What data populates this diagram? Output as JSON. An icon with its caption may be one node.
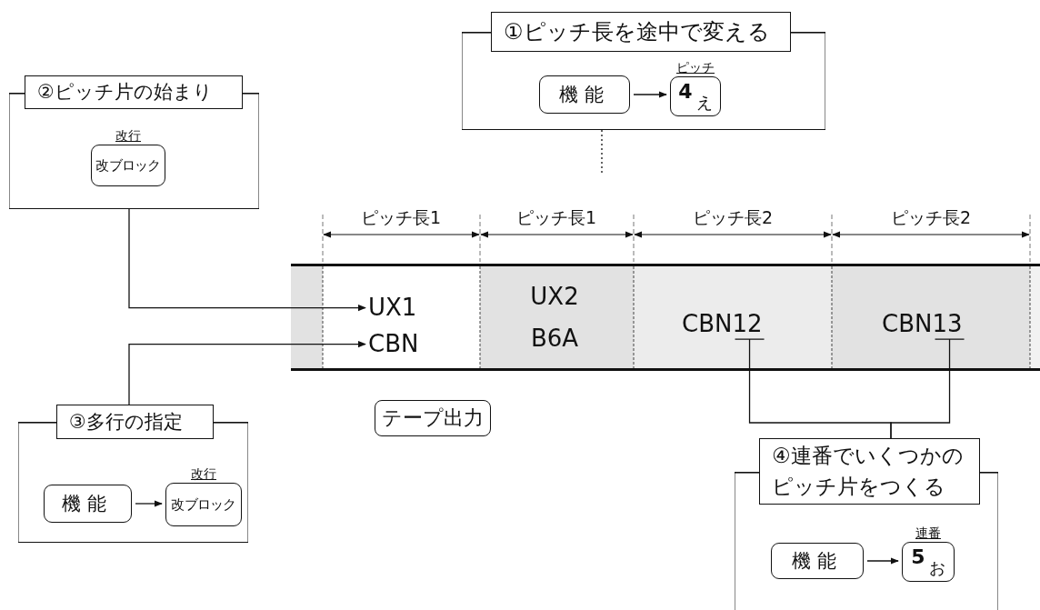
{
  "diagram": {
    "nodes": [
      {
        "text": [
          "①ピッチ長を途中で変える"
        ]
      },
      {
        "text": [
          "機能"
        ],
        "in": 0
      },
      {
        "text": [
          "4",
          "え"
        ],
        "beside": [
          "ピッチ"
        ],
        "in": 0
      },
      {
        "text": [
          "②ピッチ片の始まり"
        ]
      },
      {
        "text": [
          "改ブロック"
        ],
        "beside": [
          "改行"
        ],
        "in": 3
      },
      {
        "text": [
          "③多行の指定"
        ]
      },
      {
        "text": [
          "機能"
        ],
        "in": 5
      },
      {
        "text": [
          "改ブロック"
        ],
        "beside": [
          "改行"
        ],
        "in": 5
      },
      {
        "text": [
          "④連番でいくつかのピッチ片をつくる"
        ]
      },
      {
        "text": [
          "機能"
        ],
        "in": 8
      },
      {
        "text": [
          "5",
          "お"
        ],
        "beside": [
          "連番"
        ],
        "in": 8
      },
      {
        "text": [],
        "shape": "band"
      },
      {
        "text": [
          "UX1"
        ],
        "in": 11
      },
      {
        "text": [
          "CBN"
        ],
        "in": 11
      },
      {
        "text": [
          "CBN12"
        ],
        "in": 11
      },
      {
        "text": [
          "CBN13"
        ],
        "in": 11
      },
      {
        "text": [
          "テープ出力"
        ]
      }
    ],
    "edges": [
      {
        "from": 1,
        "to": 2,
        "arrow": "to"
      },
      {
        "from": 6,
        "to": 7,
        "arrow": "to"
      },
      {
        "from": 9,
        "to": 10,
        "arrow": "to"
      },
      {
        "from": 3,
        "to": 12,
        "arrow": "to"
      },
      {
        "from": 5,
        "to": 13,
        "arrow": "to"
      },
      {
        "from": 14,
        "to": 8,
        "arrow": "none"
      },
      {
        "from": 15,
        "to": 8,
        "arrow": "none"
      },
      {
        "from": 0,
        "to": null,
        "arrow": "none",
        "style": "dashed"
      }
    ],
    "labels": [
      "ピッチ長1",
      "ピッチ長1",
      "ピッチ長2",
      "ピッチ長2",
      "UX2",
      "B6A"
    ]
  }
}
